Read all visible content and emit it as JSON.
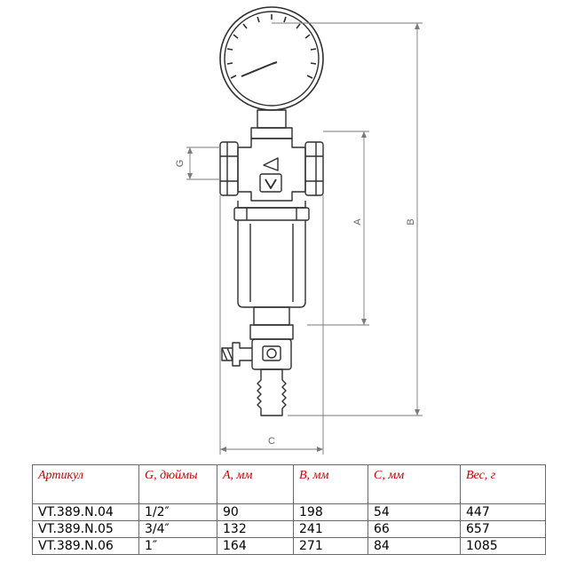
{
  "drawing": {
    "dimension_labels": {
      "g": "G",
      "a": "A",
      "b": "B",
      "c": "C"
    }
  },
  "table": {
    "headers": [
      "Артикул",
      "G, дюймы",
      "A, мм",
      "B, мм",
      "C, мм",
      "Вес, г"
    ],
    "rows": [
      [
        "VT.389.N.04",
        "1/2″",
        "90",
        "198",
        "54",
        "447"
      ],
      [
        "VT.389.N.05",
        "3/4″",
        "132",
        "241",
        "66",
        "657"
      ],
      [
        "VT.389.N.06",
        "1″",
        "164",
        "271",
        "84",
        "1085"
      ]
    ]
  },
  "colors": {
    "header_text": "#cc0000",
    "line": "#3a3a3a",
    "dimension": "#777777"
  }
}
